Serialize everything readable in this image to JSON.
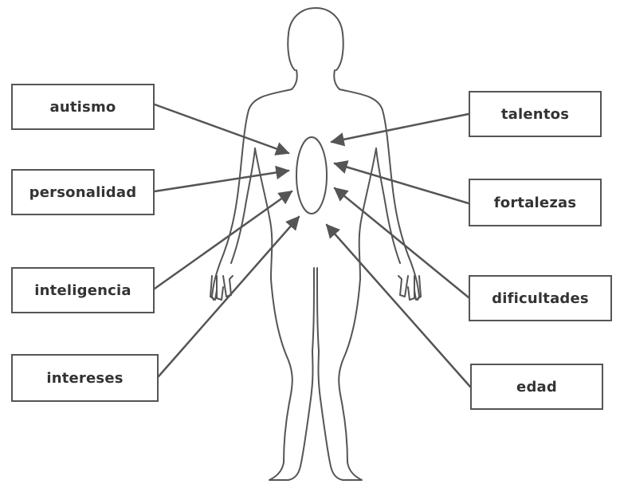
{
  "labels": {
    "autismo": "autismo",
    "personalidad": "personalidad",
    "inteligencia": "inteligencia",
    "intereses": "intereses",
    "talentos": "talentos",
    "fortalezas": "fortalezas",
    "dificultades": "dificultades",
    "edad": "edad"
  },
  "colors": {
    "line": "#555555",
    "figure_outline": "#555555",
    "text": "#333333",
    "background": "#ffffff"
  }
}
